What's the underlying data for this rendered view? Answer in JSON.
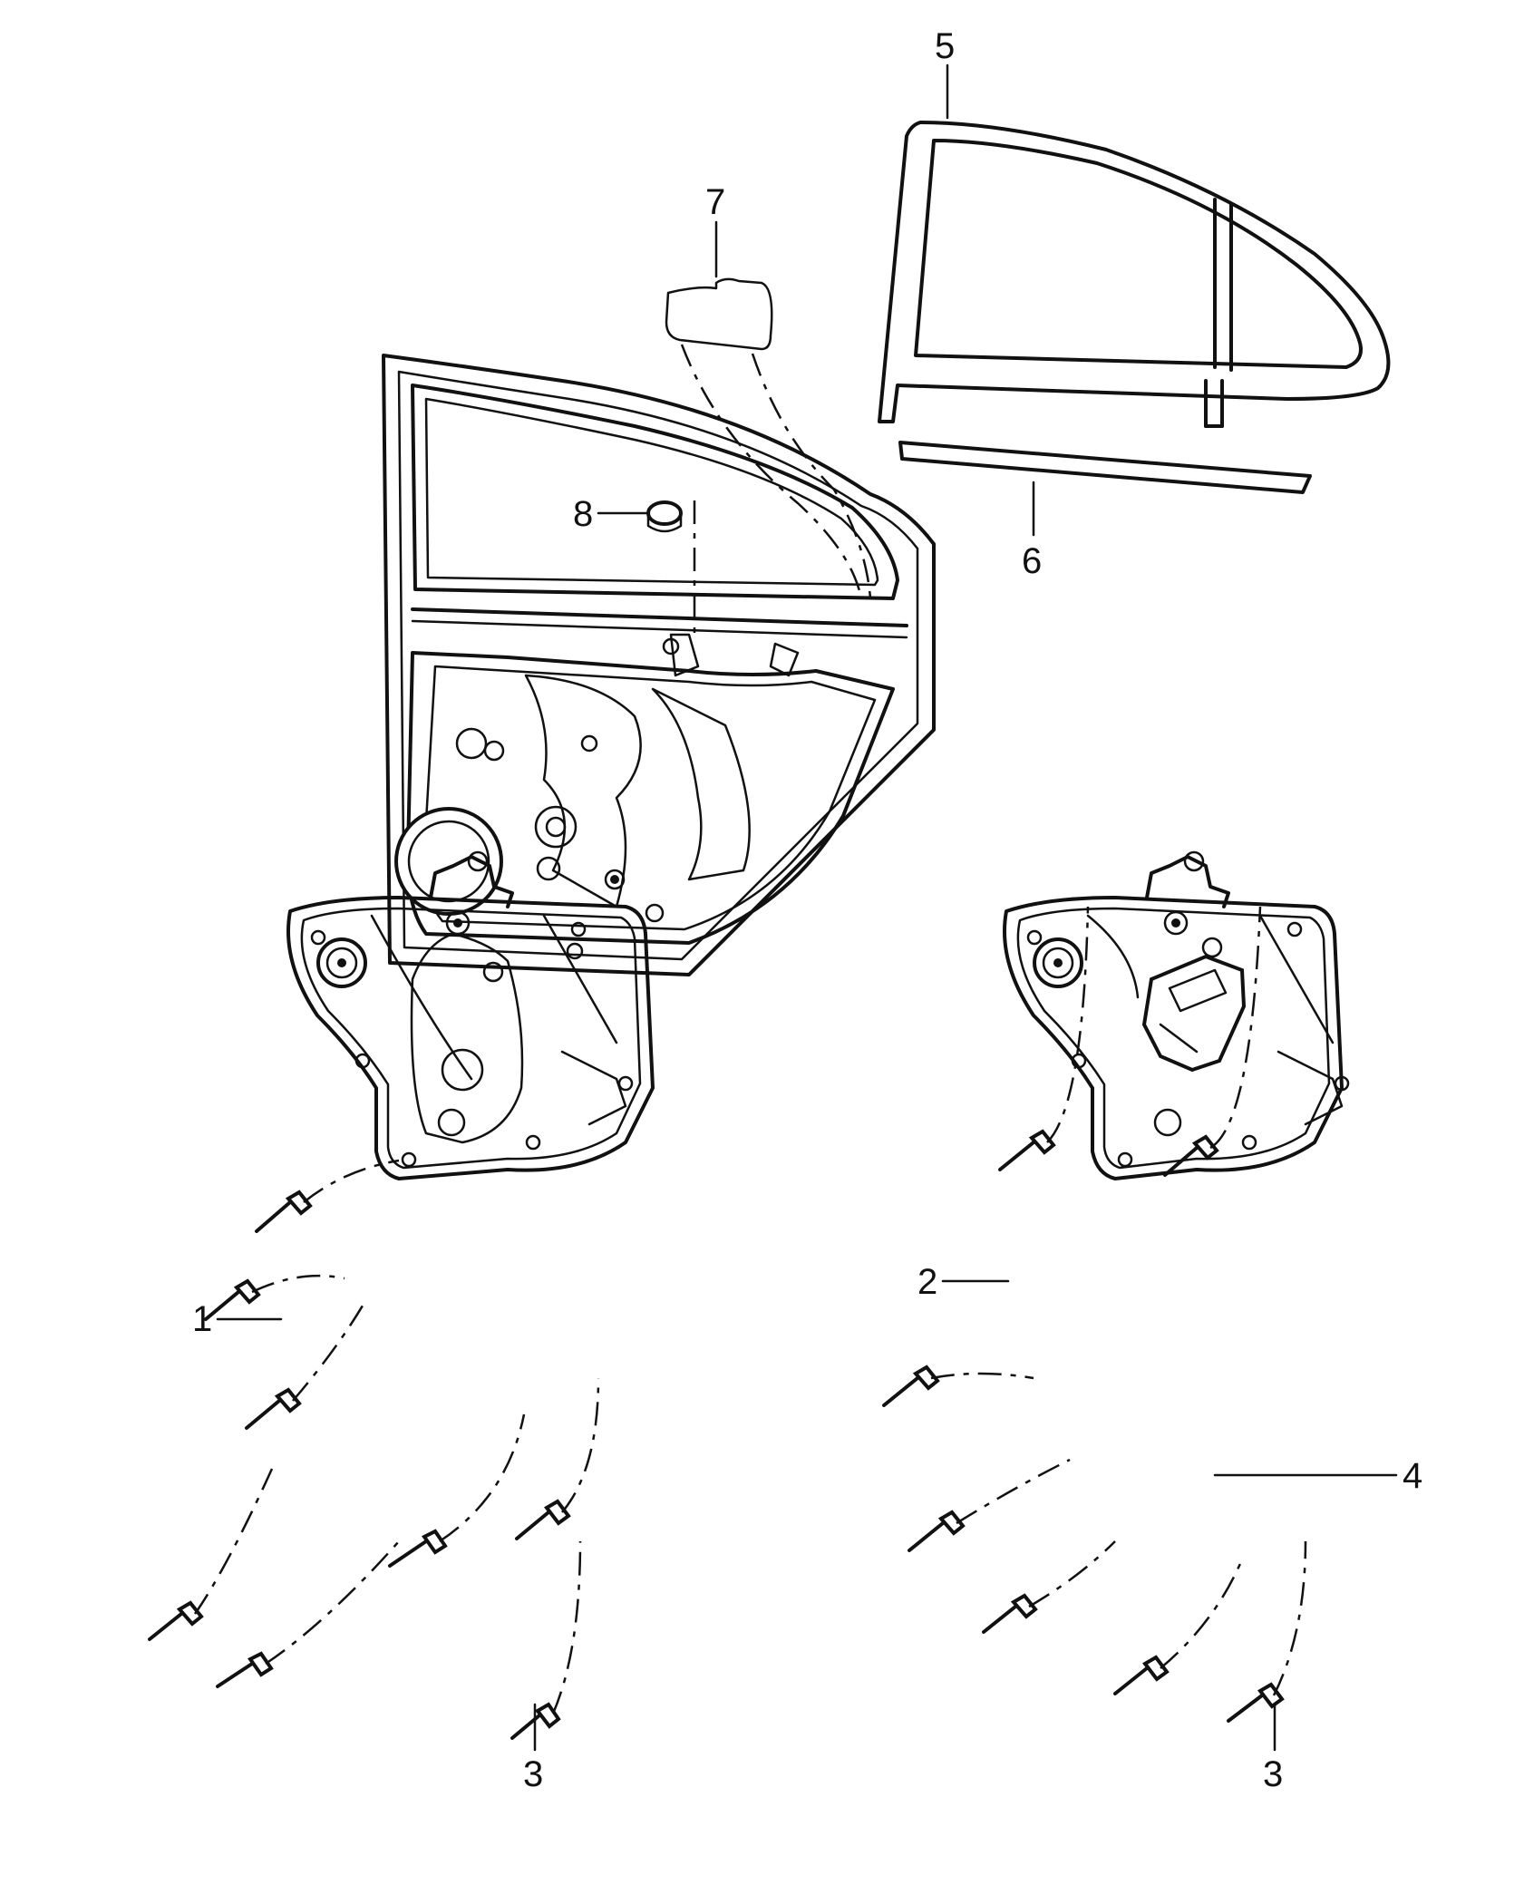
{
  "colors": {
    "line": "#111111",
    "background": "#ffffff"
  },
  "callouts": [
    {
      "id": "1",
      "label": "1"
    },
    {
      "id": "2",
      "label": "2"
    },
    {
      "id": "3",
      "label": "3"
    },
    {
      "id": "4",
      "label": "4"
    },
    {
      "id": "5",
      "label": "5"
    },
    {
      "id": "6",
      "label": "6"
    },
    {
      "id": "7",
      "label": "7"
    },
    {
      "id": "8",
      "label": "8"
    }
  ]
}
